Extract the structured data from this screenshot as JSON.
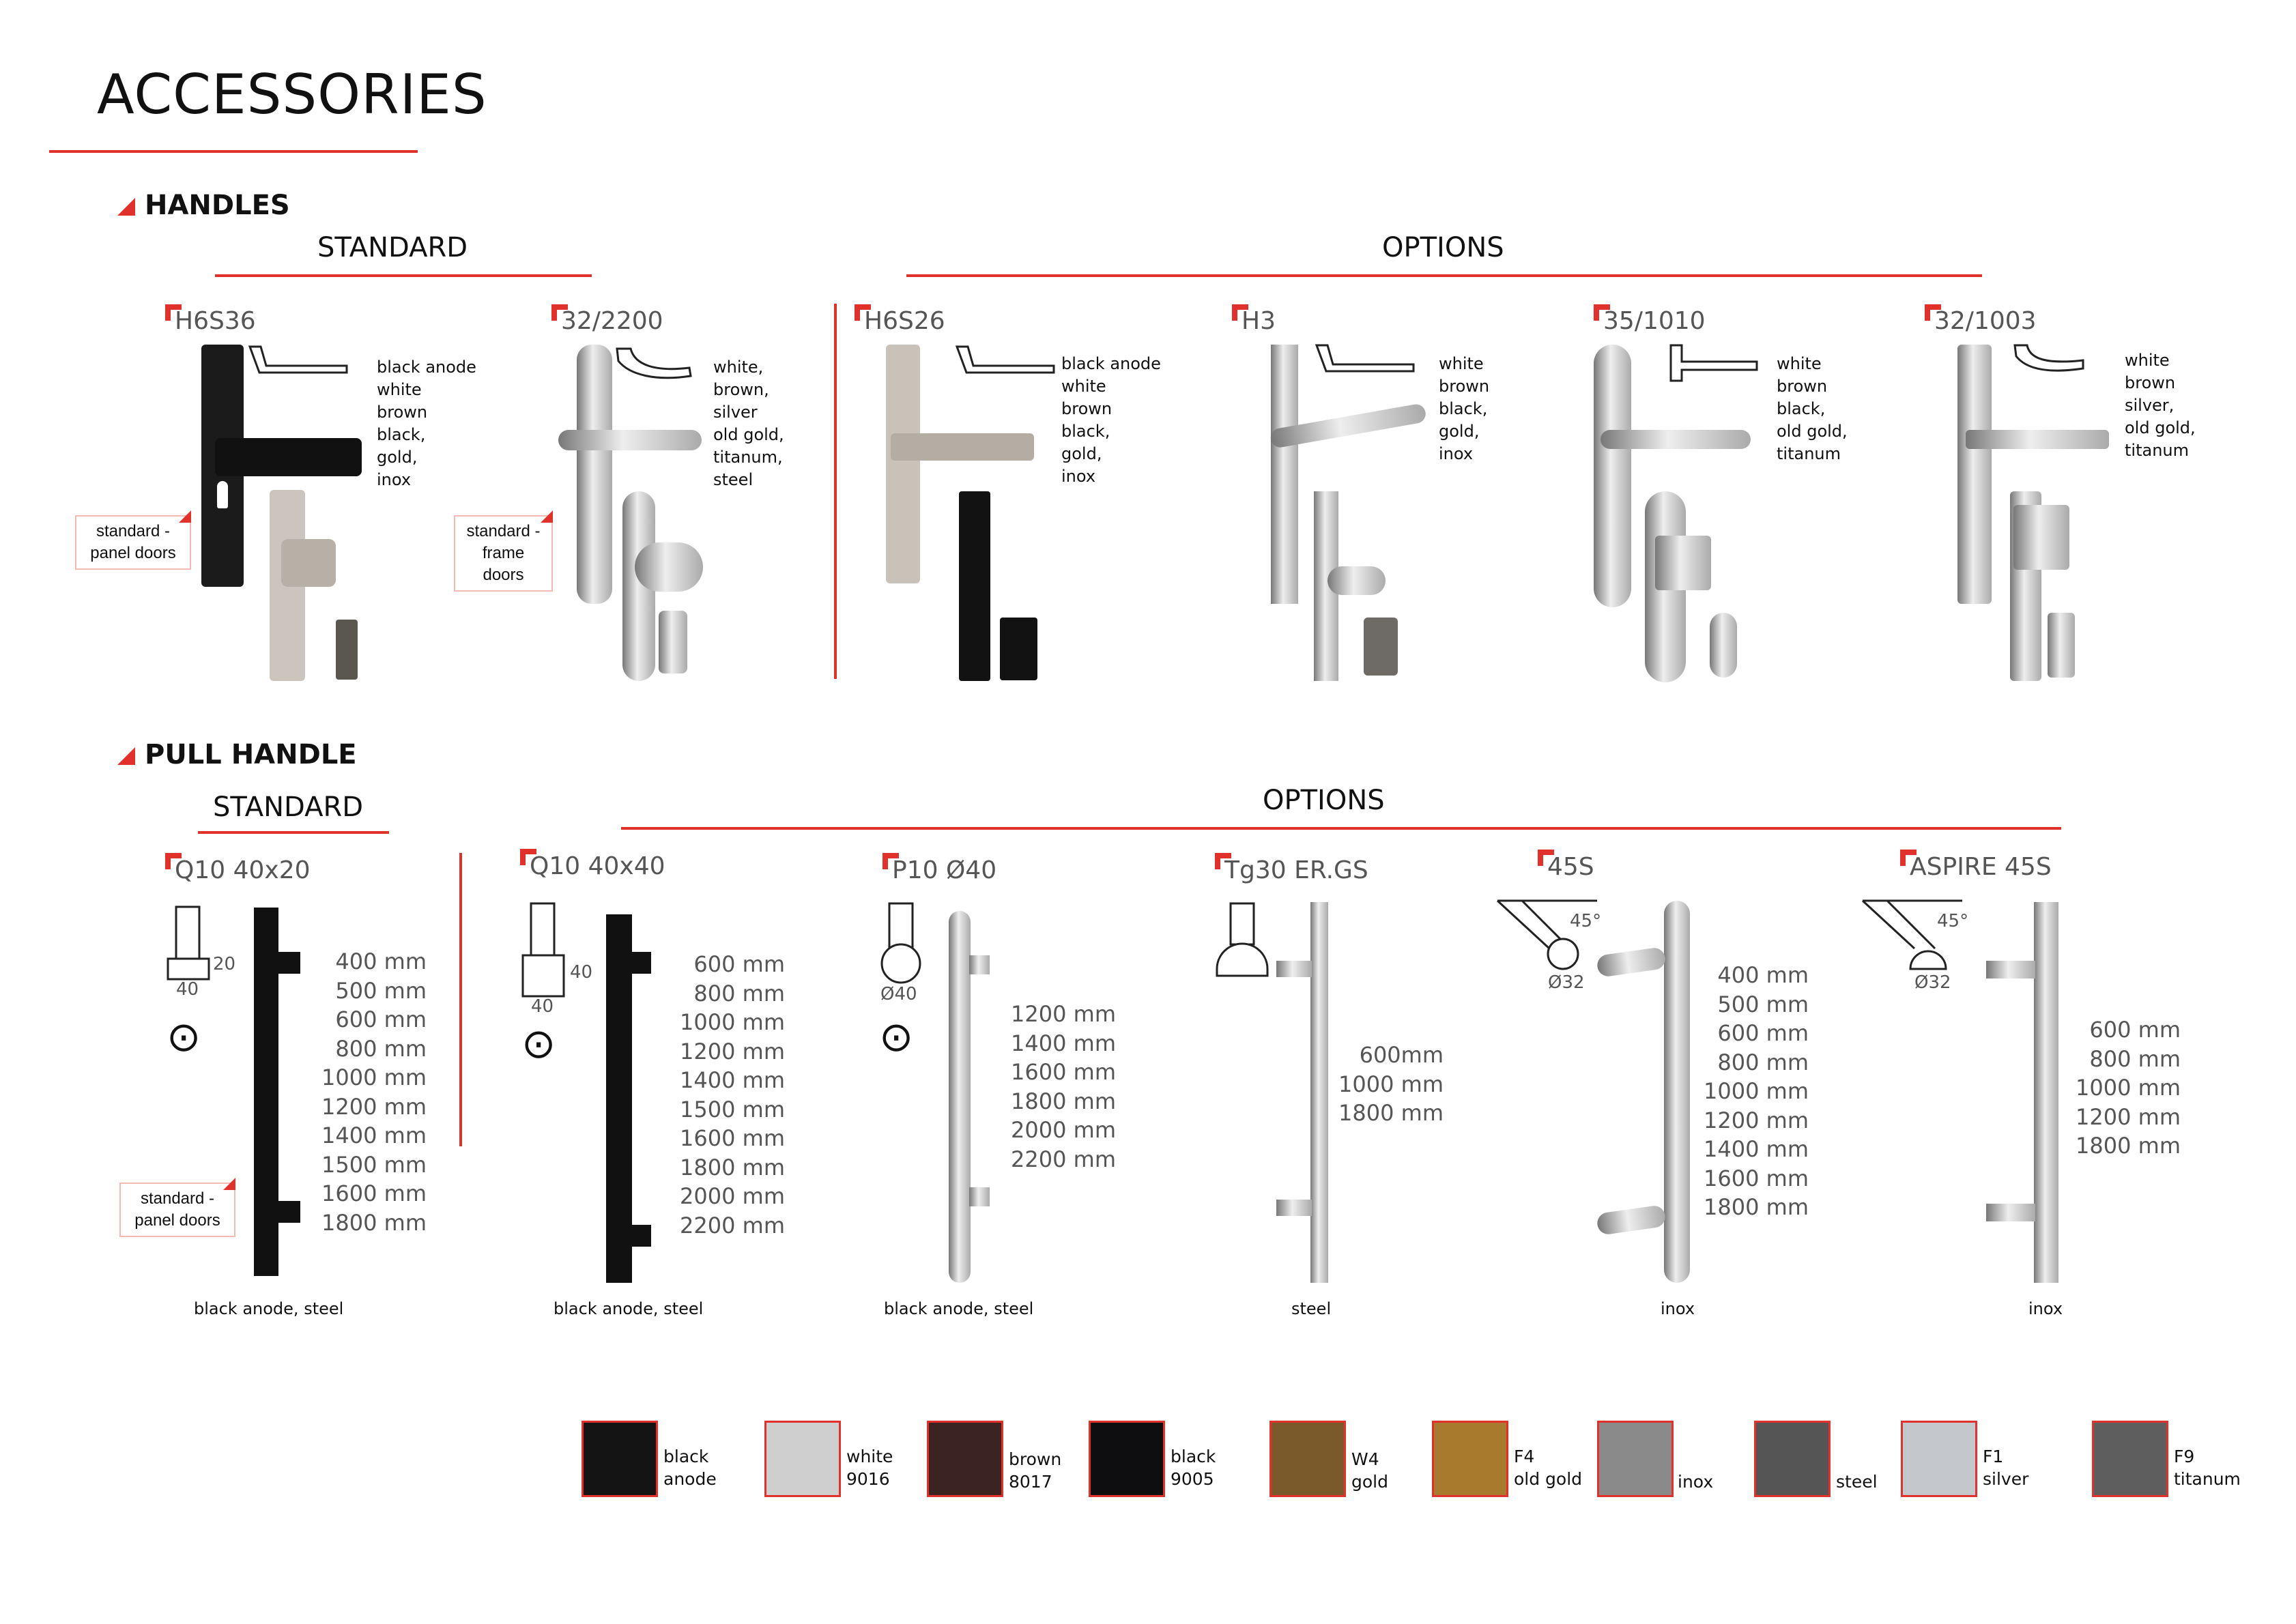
{
  "page": {
    "title": "ACCESSORIES"
  },
  "handles": {
    "section": "HANDLES",
    "standard_label": "STANDARD",
    "options_label": "OPTIONS",
    "items": [
      {
        "name": "H6S36",
        "colors": "black anode\nwhite\nbrown\nblack,\ngold,\ninox",
        "note": "standard -\npanel doors"
      },
      {
        "name": "32/2200",
        "colors": "white,\nbrown,\nsilver\nold gold,\ntitanum,\nsteel",
        "note": "standard -\nframe doors"
      },
      {
        "name": "H6S26",
        "colors": "black anode\nwhite\nbrown\nblack,\ngold,\ninox"
      },
      {
        "name": "H3",
        "colors": "white\nbrown\nblack,\ngold,\ninox"
      },
      {
        "name": "35/1010",
        "colors": "white\nbrown\nblack,\nold gold,\ntitanum"
      },
      {
        "name": "32/1003",
        "colors": "white\nbrown\nsilver,\nold gold,\ntitanum"
      }
    ]
  },
  "pull": {
    "section": "PULL HANDLE",
    "standard_label": "STANDARD",
    "options_label": "OPTIONS",
    "items": [
      {
        "name": "Q10 40x20",
        "dims": [
          "40",
          "20"
        ],
        "sizes": "400 mm\n500 mm\n600 mm\n800 mm\n1000 mm\n1200 mm\n1400 mm\n1500 mm\n1600 mm\n1800 mm",
        "finish": "black anode, steel",
        "note": "standard -\npanel doors"
      },
      {
        "name": "Q10 40x40",
        "dims": [
          "40",
          "40"
        ],
        "sizes": "600 mm\n800 mm\n1000 mm\n1200 mm\n1400 mm\n1500 mm\n1600 mm\n1800 mm\n2000 mm\n2200 mm",
        "finish": "black anode, steel"
      },
      {
        "name": "P10 Ø40",
        "dims": [
          "Ø40"
        ],
        "sizes": "1200 mm\n1400 mm\n1600 mm\n1800 mm\n2000 mm\n2200 mm",
        "finish": "black anode, steel"
      },
      {
        "name": "Tg30 ER.GS",
        "sizes": "600mm\n1000 mm\n1800 mm",
        "finish": "steel"
      },
      {
        "name": "45S",
        "dims": [
          "45°",
          "Ø32"
        ],
        "sizes": "400 mm\n500 mm\n600 mm\n800 mm\n1000 mm\n1200 mm\n1400 mm\n1600 mm\n1800 mm",
        "finish": "inox"
      },
      {
        "name": "ASPIRE 45S",
        "dims": [
          "45°",
          "Ø32"
        ],
        "sizes": "600 mm\n800 mm\n1000 mm\n1200 mm\n1800 mm",
        "finish": "inox"
      }
    ]
  },
  "swatches": [
    {
      "label": "black\nanode",
      "color": "#141414"
    },
    {
      "label": "white\n9016",
      "color": "#cfcfcf"
    },
    {
      "label": "brown\n8017",
      "color": "#3a2321"
    },
    {
      "label": "black\n9005",
      "color": "#0e0e10"
    },
    {
      "label": "W4\ngold",
      "color": "#7a5a2a"
    },
    {
      "label": "F4\nold gold",
      "color": "#a87a2e"
    },
    {
      "label": "inox",
      "color": "#8a8a8a"
    },
    {
      "label": "steel",
      "color": "#555555"
    },
    {
      "label": "F1\nsilver",
      "color": "#c4c8cc"
    },
    {
      "label": "F9\ntitanum",
      "color": "#5e5e5e"
    }
  ]
}
